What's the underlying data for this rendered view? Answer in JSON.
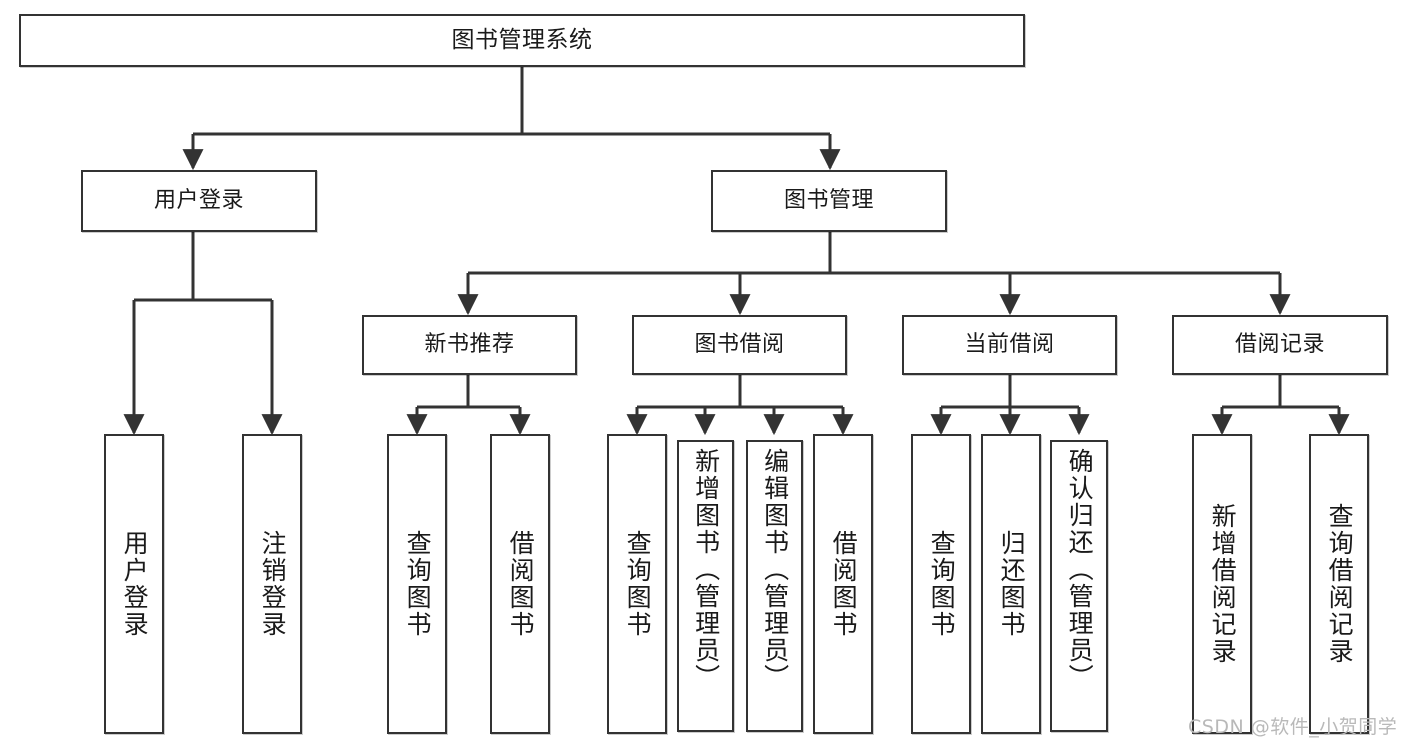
{
  "diagram": {
    "type": "tree-hierarchy",
    "title": "图书管理系统",
    "watermark": "CSDN @软件_小贺同学",
    "colors": {
      "border": "#333333",
      "background": "#ffffff",
      "text": "#1a1a1a",
      "watermark": "#b9b9b9"
    },
    "nodes": {
      "root": {
        "label": "图书管理系统"
      },
      "level2": [
        {
          "id": "user-login",
          "label": "用户登录"
        },
        {
          "id": "book-manage",
          "label": "图书管理"
        }
      ],
      "level3": [
        {
          "id": "new-book-recommend",
          "label": "新书推荐"
        },
        {
          "id": "book-borrow",
          "label": "图书借阅"
        },
        {
          "id": "current-borrow",
          "label": "当前借阅"
        },
        {
          "id": "borrow-record",
          "label": "借阅记录"
        }
      ],
      "leaves": {
        "user-login": [
          {
            "id": "leaf-user-login",
            "label": "用户登录"
          },
          {
            "id": "leaf-logout-login",
            "label": "注销登录"
          }
        ],
        "new-book-recommend": [
          {
            "id": "leaf-query-book-1",
            "label": "查询图书"
          },
          {
            "id": "leaf-borrow-book-1",
            "label": "借阅图书"
          }
        ],
        "book-borrow": [
          {
            "id": "leaf-query-book-2",
            "label": "查询图书"
          },
          {
            "id": "leaf-add-book",
            "label": "新增图书（管理员）"
          },
          {
            "id": "leaf-edit-book",
            "label": "编辑图书（管理员）"
          },
          {
            "id": "leaf-borrow-book-2",
            "label": "借阅图书"
          }
        ],
        "current-borrow": [
          {
            "id": "leaf-query-book-3",
            "label": "查询图书"
          },
          {
            "id": "leaf-return-book",
            "label": "归还图书"
          },
          {
            "id": "leaf-confirm-return",
            "label": "确认归还（管理员）"
          }
        ],
        "borrow-record": [
          {
            "id": "leaf-add-record",
            "label": "新增借阅记录"
          },
          {
            "id": "leaf-query-record",
            "label": "查询借阅记录"
          }
        ]
      }
    }
  }
}
